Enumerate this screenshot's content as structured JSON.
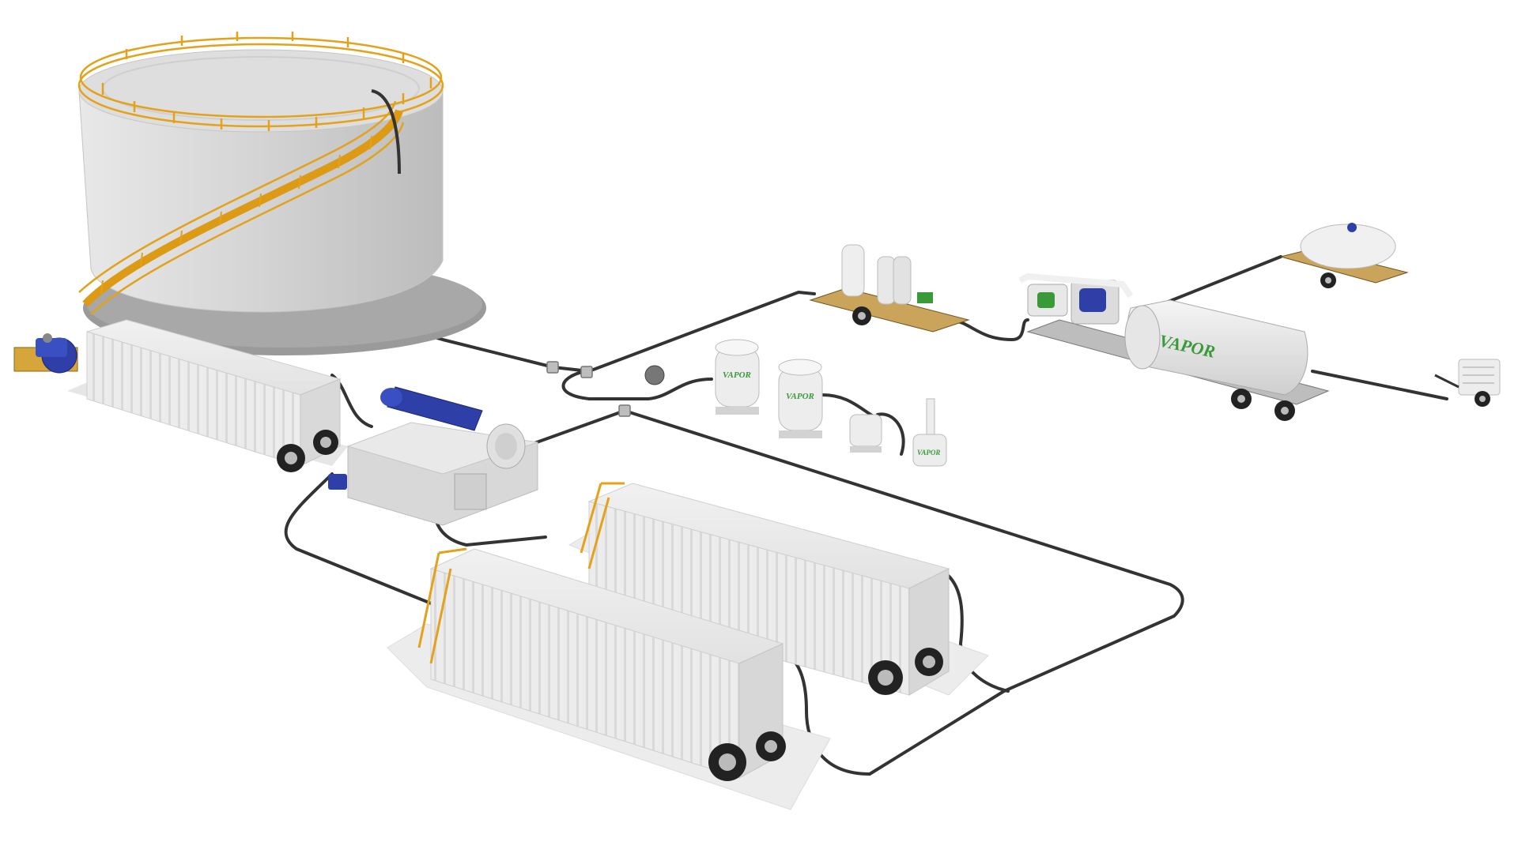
{
  "scene": {
    "brand_text": "VAPOR",
    "colors": {
      "background": "#ffffff",
      "equipment": "#e4e4e4",
      "equipment_shadow": "#c8c8c8",
      "hose": "#333333",
      "railing": "#e3a21a",
      "pump_blue": "#2f3fa8",
      "brand_green": "#3a9a3a",
      "pad": "#eeeeee"
    },
    "components": [
      "storage-tank",
      "frac-tank",
      "decanter-centrifuge",
      "vacuum-trailer",
      "propane-tank-trailer",
      "generator-trailer",
      "filter-trailer",
      "separator-vessel",
      "knockout-pot",
      "frac-tank-pair"
    ]
  }
}
